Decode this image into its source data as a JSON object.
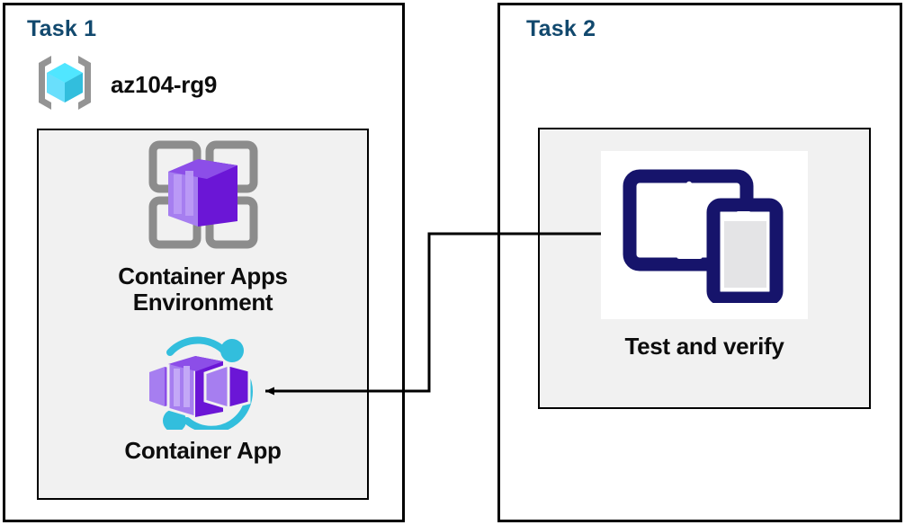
{
  "diagram": {
    "title": "Azure Container Apps task diagram",
    "background": "#ffffff",
    "accent_title_color": "#12496e",
    "panel_border_color": "#000000",
    "inner_box_fill": "#f1f1f1"
  },
  "task1": {
    "title": "Task 1",
    "resource_group": {
      "icon": "azure-resource-group-icon",
      "label": "az104-rg9",
      "icon_colors": {
        "bracket": "#949494",
        "cube_light": "#9fe9fb",
        "cube_mid": "#50e6ff",
        "cube_dark": "#32bedd"
      }
    },
    "items": [
      {
        "icon": "container-apps-environment-icon",
        "label": "Container Apps\nEnvironment",
        "icon_colors": {
          "frame": "#8c8c8c",
          "box_light": "#a67ef0",
          "box_mid": "#8c4ee8",
          "box_dark": "#6b16d6"
        }
      },
      {
        "icon": "container-app-icon",
        "label": "Container App",
        "icon_colors": {
          "ring": "#32bedd",
          "box_light": "#a67ef0",
          "box_mid": "#8c4ee8",
          "box_dark": "#6b16d6"
        }
      }
    ]
  },
  "task2": {
    "title": "Task 2",
    "items": [
      {
        "icon": "test-and-verify-devices-icon",
        "label": "Test and verify",
        "icon_colors": {
          "device": "#16146b",
          "screen": "#e4e4e6",
          "plate": "#ffffff"
        }
      }
    ]
  },
  "connector": {
    "name": "test-and-verify-to-container-app-arrow",
    "from": "test-and-verify",
    "to": "container-app",
    "direction": "left",
    "color": "#000000",
    "style": "orthogonal-elbow-with-arrowhead"
  }
}
